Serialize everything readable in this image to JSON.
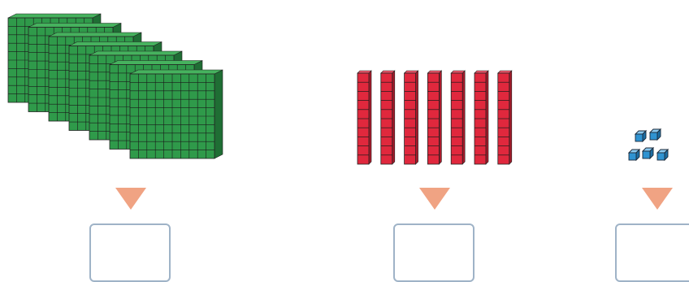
{
  "blocks": {
    "hundreds": {
      "count": 7,
      "unit": "flat-10x10",
      "color": "#2f9a4a"
    },
    "tens": {
      "count": 7,
      "unit": "rod-10",
      "color": "#e0283d"
    },
    "ones": {
      "count": 5,
      "unit": "cube",
      "color": "#2f93d1"
    }
  },
  "arrow_color": "#f0a383",
  "box_border_color": "#9fb3c7",
  "answers": {
    "hundreds": "",
    "tens": "",
    "ones": ""
  }
}
